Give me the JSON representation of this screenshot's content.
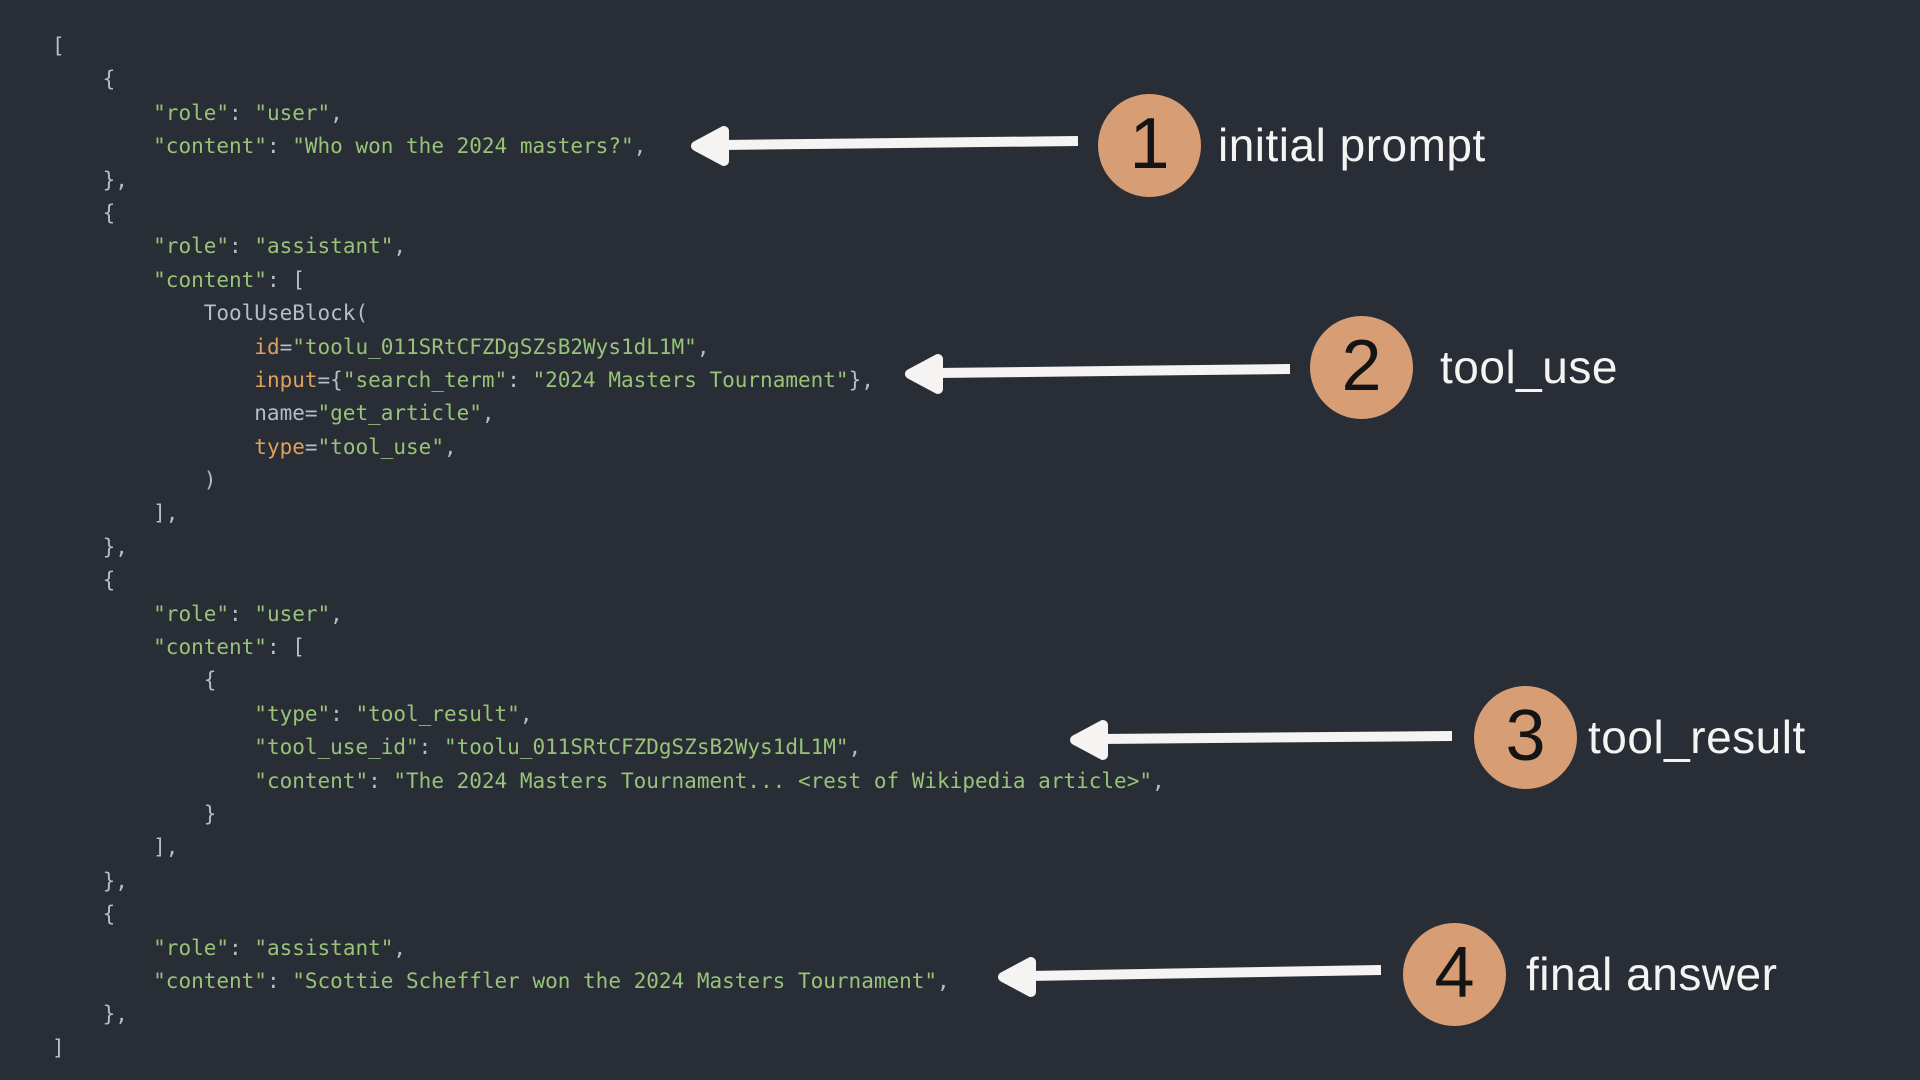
{
  "colors": {
    "background": "#282d36",
    "code_default": "#b6bdc7",
    "code_string": "#98c379",
    "code_builtin": "#dfa05e",
    "badge_fill": "#d79e76",
    "badge_number": "#141414",
    "label_text": "#f5f4f2",
    "arrow": "#f5f4f2"
  },
  "annotations": [
    {
      "number": "1",
      "label": "initial prompt"
    },
    {
      "number": "2",
      "label": "tool_use"
    },
    {
      "number": "3",
      "label": "tool_result"
    },
    {
      "number": "4",
      "label": "final answer"
    }
  ],
  "code": {
    "lines": [
      [
        {
          "t": "[",
          "c": "p"
        }
      ],
      [
        {
          "t": "    {",
          "c": "p"
        }
      ],
      [
        {
          "t": "        ",
          "c": "p"
        },
        {
          "t": "\"role\"",
          "c": "s"
        },
        {
          "t": ": ",
          "c": "p"
        },
        {
          "t": "\"user\"",
          "c": "s"
        },
        {
          "t": ",",
          "c": "p"
        }
      ],
      [
        {
          "t": "        ",
          "c": "p"
        },
        {
          "t": "\"content\"",
          "c": "s"
        },
        {
          "t": ": ",
          "c": "p"
        },
        {
          "t": "\"Who won the 2024 masters?\"",
          "c": "s"
        },
        {
          "t": ",",
          "c": "p"
        }
      ],
      [
        {
          "t": "    },",
          "c": "p"
        }
      ],
      [
        {
          "t": "    {",
          "c": "p"
        }
      ],
      [
        {
          "t": "        ",
          "c": "p"
        },
        {
          "t": "\"role\"",
          "c": "s"
        },
        {
          "t": ": ",
          "c": "p"
        },
        {
          "t": "\"assistant\"",
          "c": "s"
        },
        {
          "t": ",",
          "c": "p"
        }
      ],
      [
        {
          "t": "        ",
          "c": "p"
        },
        {
          "t": "\"content\"",
          "c": "s"
        },
        {
          "t": ": [",
          "c": "p"
        }
      ],
      [
        {
          "t": "            ToolUseBlock(",
          "c": "p"
        }
      ],
      [
        {
          "t": "                ",
          "c": "p"
        },
        {
          "t": "id",
          "c": "b"
        },
        {
          "t": "=",
          "c": "p"
        },
        {
          "t": "\"toolu_011SRtCFZDgSZsB2Wys1dL1M\"",
          "c": "s"
        },
        {
          "t": ",",
          "c": "p"
        }
      ],
      [
        {
          "t": "                ",
          "c": "p"
        },
        {
          "t": "input",
          "c": "b"
        },
        {
          "t": "={",
          "c": "p"
        },
        {
          "t": "\"search_term\"",
          "c": "s"
        },
        {
          "t": ": ",
          "c": "p"
        },
        {
          "t": "\"2024 Masters Tournament\"",
          "c": "s"
        },
        {
          "t": "},",
          "c": "p"
        }
      ],
      [
        {
          "t": "                name=",
          "c": "p"
        },
        {
          "t": "\"get_article\"",
          "c": "s"
        },
        {
          "t": ",",
          "c": "p"
        }
      ],
      [
        {
          "t": "                ",
          "c": "p"
        },
        {
          "t": "type",
          "c": "b"
        },
        {
          "t": "=",
          "c": "p"
        },
        {
          "t": "\"tool_use\"",
          "c": "s"
        },
        {
          "t": ",",
          "c": "p"
        }
      ],
      [
        {
          "t": "            )",
          "c": "p"
        }
      ],
      [
        {
          "t": "        ],",
          "c": "p"
        }
      ],
      [
        {
          "t": "    },",
          "c": "p"
        }
      ],
      [
        {
          "t": "    {",
          "c": "p"
        }
      ],
      [
        {
          "t": "        ",
          "c": "p"
        },
        {
          "t": "\"role\"",
          "c": "s"
        },
        {
          "t": ": ",
          "c": "p"
        },
        {
          "t": "\"user\"",
          "c": "s"
        },
        {
          "t": ",",
          "c": "p"
        }
      ],
      [
        {
          "t": "        ",
          "c": "p"
        },
        {
          "t": "\"content\"",
          "c": "s"
        },
        {
          "t": ": [",
          "c": "p"
        }
      ],
      [
        {
          "t": "            {",
          "c": "p"
        }
      ],
      [
        {
          "t": "                ",
          "c": "p"
        },
        {
          "t": "\"type\"",
          "c": "s"
        },
        {
          "t": ": ",
          "c": "p"
        },
        {
          "t": "\"tool_result\"",
          "c": "s"
        },
        {
          "t": ",",
          "c": "p"
        }
      ],
      [
        {
          "t": "                ",
          "c": "p"
        },
        {
          "t": "\"tool_use_id\"",
          "c": "s"
        },
        {
          "t": ": ",
          "c": "p"
        },
        {
          "t": "\"toolu_011SRtCFZDgSZsB2Wys1dL1M\"",
          "c": "s"
        },
        {
          "t": ",",
          "c": "p"
        }
      ],
      [
        {
          "t": "                ",
          "c": "p"
        },
        {
          "t": "\"content\"",
          "c": "s"
        },
        {
          "t": ": ",
          "c": "p"
        },
        {
          "t": "\"The 2024 Masters Tournament... <rest of Wikipedia article>\"",
          "c": "s"
        },
        {
          "t": ",",
          "c": "p"
        }
      ],
      [
        {
          "t": "            }",
          "c": "p"
        }
      ],
      [
        {
          "t": "        ],",
          "c": "p"
        }
      ],
      [
        {
          "t": "    },",
          "c": "p"
        }
      ],
      [
        {
          "t": "    {",
          "c": "p"
        }
      ],
      [
        {
          "t": "        ",
          "c": "p"
        },
        {
          "t": "\"role\"",
          "c": "s"
        },
        {
          "t": ": ",
          "c": "p"
        },
        {
          "t": "\"assistant\"",
          "c": "s"
        },
        {
          "t": ",",
          "c": "p"
        }
      ],
      [
        {
          "t": "        ",
          "c": "p"
        },
        {
          "t": "\"content\"",
          "c": "s"
        },
        {
          "t": ": ",
          "c": "p"
        },
        {
          "t": "\"Scottie Scheffler won the 2024 Masters Tournament\"",
          "c": "s"
        },
        {
          "t": ",",
          "c": "p"
        }
      ],
      [
        {
          "t": "    },",
          "c": "p"
        }
      ],
      [
        {
          "t": "]",
          "c": "p"
        }
      ]
    ]
  }
}
